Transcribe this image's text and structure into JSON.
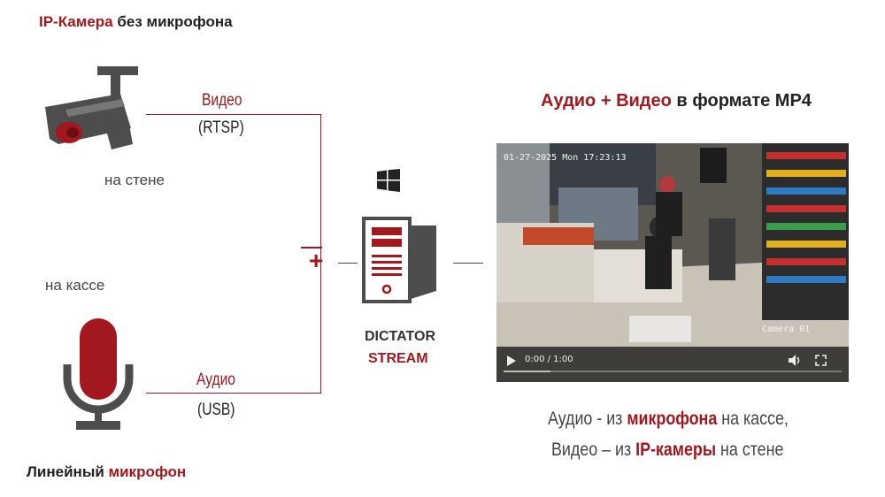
{
  "camera_title": {
    "part1": "IP-Камера",
    "part2": "без микрофона"
  },
  "camera_location": "на стене",
  "mic_location": "на кассе",
  "mic_title": {
    "part1": "Линейный",
    "part2": "микрофон"
  },
  "video_link": {
    "label": "Видео",
    "protocol": "(RTSP)"
  },
  "audio_link": {
    "label": "Аудио",
    "protocol": "(USB)"
  },
  "plus_sign": "+",
  "server": {
    "line1": "DICTATOR",
    "line2": "STREAM"
  },
  "output_title": {
    "part1": "Аудио + Видео",
    "part2": "в формате MP4"
  },
  "player": {
    "timestamp": "01-27-2025 Mon 17:23:13",
    "camera_label": "Camera 01",
    "time": "0:00 / 1:00"
  },
  "caption": {
    "line1": {
      "a": "Аудио - из",
      "b": "микрофона",
      "c": "на кассе,"
    },
    "line2": {
      "a": "Видео – из",
      "b": "IP-камеры",
      "c": "на стене"
    }
  },
  "colors": {
    "accent": "#a3181e",
    "icon": "#4d4d4d"
  },
  "icons": [
    "cctv-camera-icon",
    "microphone-icon",
    "windows-logo-icon",
    "server-tower-icon",
    "play-icon",
    "volume-icon",
    "fullscreen-icon"
  ]
}
